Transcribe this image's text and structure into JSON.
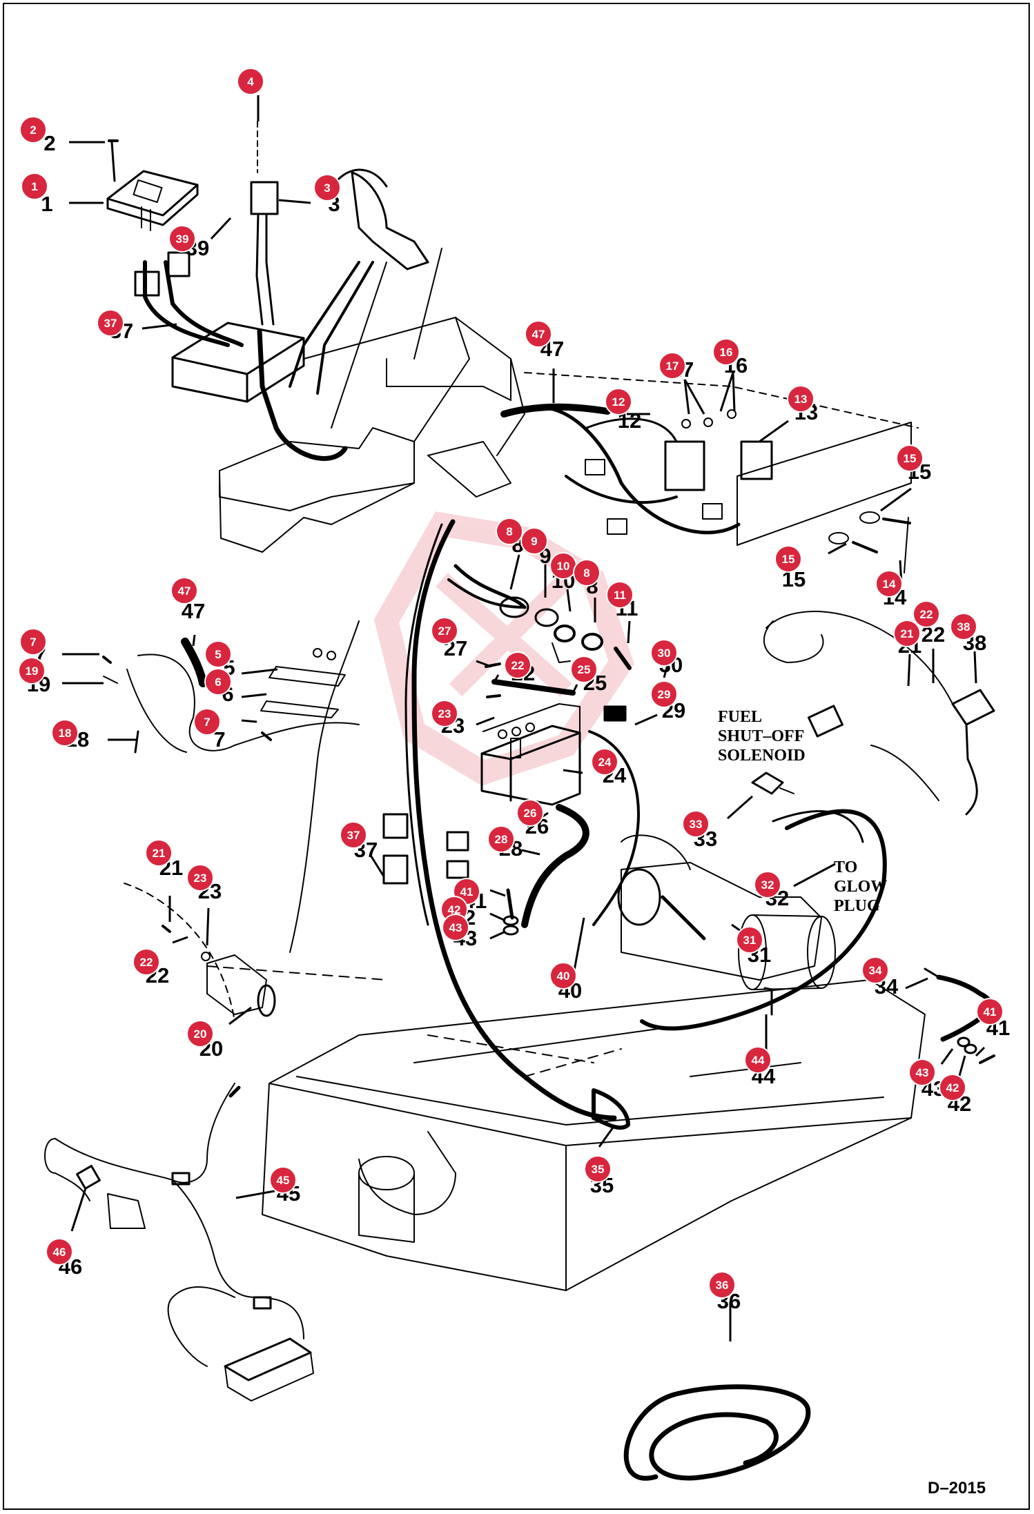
{
  "drawing": {
    "code": "D–2015",
    "note_fuel": [
      "FUEL",
      "SHUT–OFF",
      "SOLENOID"
    ],
    "note_glow": [
      "TO",
      "GLOW",
      "PLUG"
    ]
  },
  "badge_color": "#d7263d",
  "watermark_color": "#f4b7bc",
  "callouts": [
    {
      "n": "2",
      "label": "2",
      "part": "screw"
    },
    {
      "n": "4",
      "label": "4",
      "part": "screw"
    },
    {
      "n": "1",
      "label": "1",
      "part": "instrument panel"
    },
    {
      "n": "3",
      "label": "3",
      "part": "switch"
    },
    {
      "n": "39",
      "label": "39",
      "part": "connector"
    },
    {
      "n": "37",
      "label": "37",
      "part": "harness"
    },
    {
      "n": "47",
      "label": "47",
      "part": "sleeve"
    },
    {
      "n": "12",
      "label": "12",
      "part": "relay"
    },
    {
      "n": "17",
      "label": "17",
      "part": "nut"
    },
    {
      "n": "16",
      "label": "16",
      "part": "washer"
    },
    {
      "n": "13",
      "label": "13",
      "part": "relay"
    },
    {
      "n": "15",
      "label": "15",
      "part": "washer"
    },
    {
      "n": "15b",
      "label": "15",
      "part": "washer"
    },
    {
      "n": "14",
      "label": "14",
      "part": "bolt"
    },
    {
      "n": "8",
      "label": "8",
      "part": "sender"
    },
    {
      "n": "9",
      "label": "9",
      "part": "washer"
    },
    {
      "n": "10",
      "label": "10",
      "part": "nut"
    },
    {
      "n": "8b",
      "label": "8",
      "part": "nut"
    },
    {
      "n": "11",
      "label": "11",
      "part": "terminal"
    },
    {
      "n": "47b",
      "label": "47",
      "part": "sleeve"
    },
    {
      "n": "7",
      "label": "7",
      "part": "screw"
    },
    {
      "n": "19",
      "label": "19",
      "part": "clip"
    },
    {
      "n": "5",
      "label": "5",
      "part": "plate"
    },
    {
      "n": "6",
      "label": "6",
      "part": "nut"
    },
    {
      "n": "7b",
      "label": "7",
      "part": "screw"
    },
    {
      "n": "18",
      "label": "18",
      "part": "clamp"
    },
    {
      "n": "27",
      "label": "27",
      "part": "washer"
    },
    {
      "n": "22",
      "label": "22",
      "part": "washer"
    },
    {
      "n": "25",
      "label": "25",
      "part": "strap"
    },
    {
      "n": "23",
      "label": "23",
      "part": "nut"
    },
    {
      "n": "30",
      "label": "30",
      "part": "cap"
    },
    {
      "n": "29",
      "label": "29",
      "part": "cable"
    },
    {
      "n": "24",
      "label": "24",
      "part": "battery"
    },
    {
      "n": "26",
      "label": "26",
      "part": "cable"
    },
    {
      "n": "28",
      "label": "28",
      "part": "bolt"
    },
    {
      "n": "37b",
      "label": "37",
      "part": "harness"
    },
    {
      "n": "41",
      "label": "41",
      "part": "bolt"
    },
    {
      "n": "42",
      "label": "42",
      "part": "washer"
    },
    {
      "n": "43",
      "label": "43",
      "part": "nut"
    },
    {
      "n": "21",
      "label": "21",
      "part": "bolt"
    },
    {
      "n": "22b",
      "label": "22",
      "part": "washer"
    },
    {
      "n": "38",
      "label": "38",
      "part": "relay"
    },
    {
      "n": "33",
      "label": "33",
      "part": "solenoid"
    },
    {
      "n": "32",
      "label": "32",
      "part": "wire"
    },
    {
      "n": "31",
      "label": "31",
      "part": "starter"
    },
    {
      "n": "21b",
      "label": "21",
      "part": "bolt"
    },
    {
      "n": "23b",
      "label": "23",
      "part": "nut"
    },
    {
      "n": "22c",
      "label": "22",
      "part": "washer"
    },
    {
      "n": "20",
      "label": "20",
      "part": "horn"
    },
    {
      "n": "40",
      "label": "40",
      "part": "wire"
    },
    {
      "n": "34",
      "label": "34",
      "part": "cable"
    },
    {
      "n": "41b",
      "label": "41",
      "part": "bolt"
    },
    {
      "n": "43b",
      "label": "43",
      "part": "nut"
    },
    {
      "n": "42b",
      "label": "42",
      "part": "washer"
    },
    {
      "n": "44",
      "label": "44",
      "part": "clamp"
    },
    {
      "n": "45",
      "label": "45",
      "part": "harness"
    },
    {
      "n": "35",
      "label": "35",
      "part": "boot"
    },
    {
      "n": "46",
      "label": "46",
      "part": "switch"
    },
    {
      "n": "36",
      "label": "36",
      "part": "cable"
    }
  ]
}
